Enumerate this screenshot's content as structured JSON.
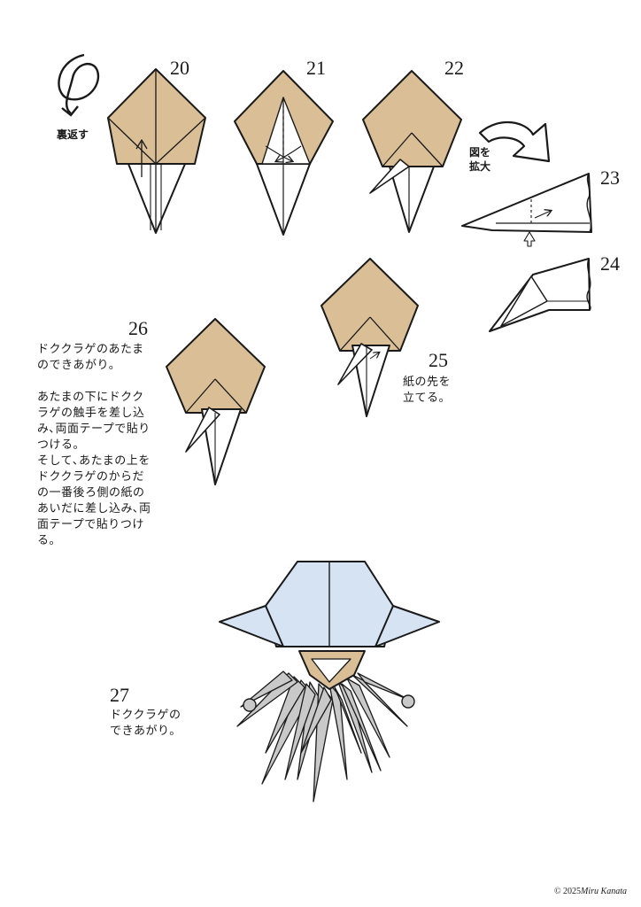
{
  "steps": {
    "s20": "20",
    "s21": "21",
    "s22": "22",
    "s23": "23",
    "s24": "24",
    "s25": "25",
    "s26": "26",
    "s27": "27"
  },
  "labels": {
    "turn_over": "裏返す",
    "enlarge": "図を\n拡大",
    "step25_text": "紙の先を\n立てる。",
    "step26_text": "ドククラゲのあたま\nのできあがり。\n\nあたまの下にドクク\nラゲの触手を差し込\nみ､両面テープで貼り\nつける。\nそして､あたまの上を\nドククラゲのからだ\nの一番後ろ側の紙の\nあいだに差し込み､両\n面テープで貼りつけ\nる。",
    "step27_text": "ドククラゲの\nできあがり。",
    "copyright_prefix": "© 2025",
    "copyright_author": "Miru Kanata"
  },
  "colors": {
    "paper_tan": "#d9be96",
    "paper_white": "#ffffff",
    "jelly_blue": "#d5e3f3",
    "tentacle_gray": "#c9c9c9",
    "line": "#1a1a1a"
  }
}
